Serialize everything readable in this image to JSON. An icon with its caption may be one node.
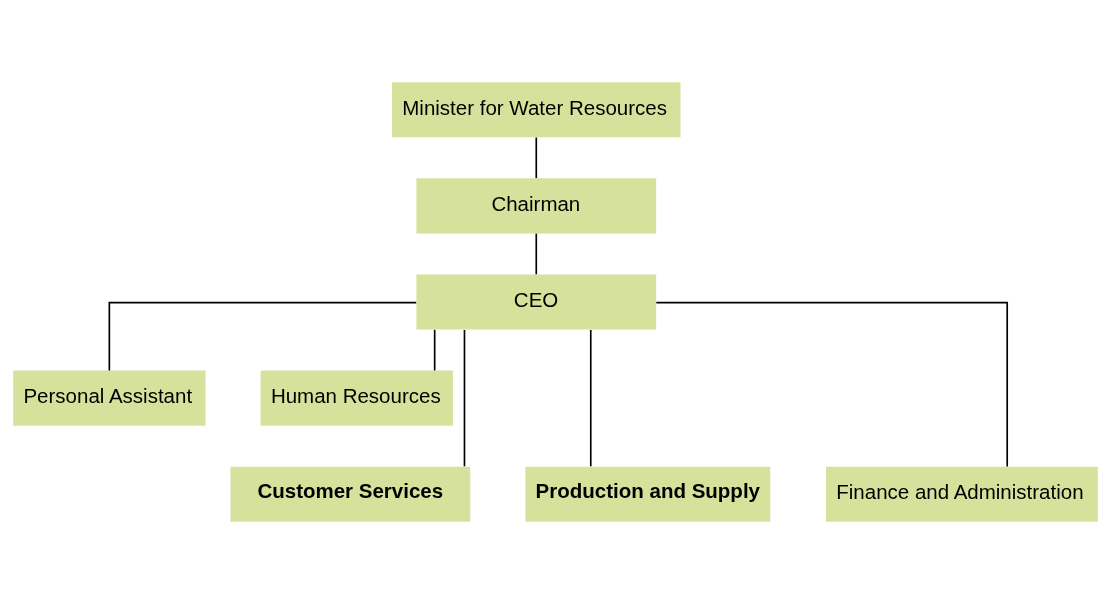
{
  "diagram": {
    "nodes": [
      {
        "text": [
          "Minister for Water Resources"
        ]
      },
      {
        "text": [
          "Chairman"
        ]
      },
      {
        "text": [
          "CEO"
        ]
      },
      {
        "text": [
          "Personal Assistant"
        ]
      },
      {
        "text": [
          "Human Resources"
        ]
      },
      {
        "text": [
          "Production and Supply"
        ]
      },
      {
        "text": [
          "Customer Services"
        ]
      },
      {
        "text": [
          "Finance and Administration"
        ]
      }
    ],
    "edges": [
      {
        "from": 0,
        "to": 1,
        "arrow": "none"
      },
      {
        "from": 1,
        "to": 2,
        "arrow": "none"
      },
      {
        "from": 2,
        "to": 3,
        "arrow": "none"
      },
      {
        "from": 2,
        "to": 4,
        "arrow": "none"
      },
      {
        "from": 2,
        "to": 5,
        "arrow": "none"
      },
      {
        "from": 2,
        "to": 6,
        "arrow": "none"
      },
      {
        "from": 2,
        "to": 7,
        "arrow": "none"
      }
    ]
  }
}
